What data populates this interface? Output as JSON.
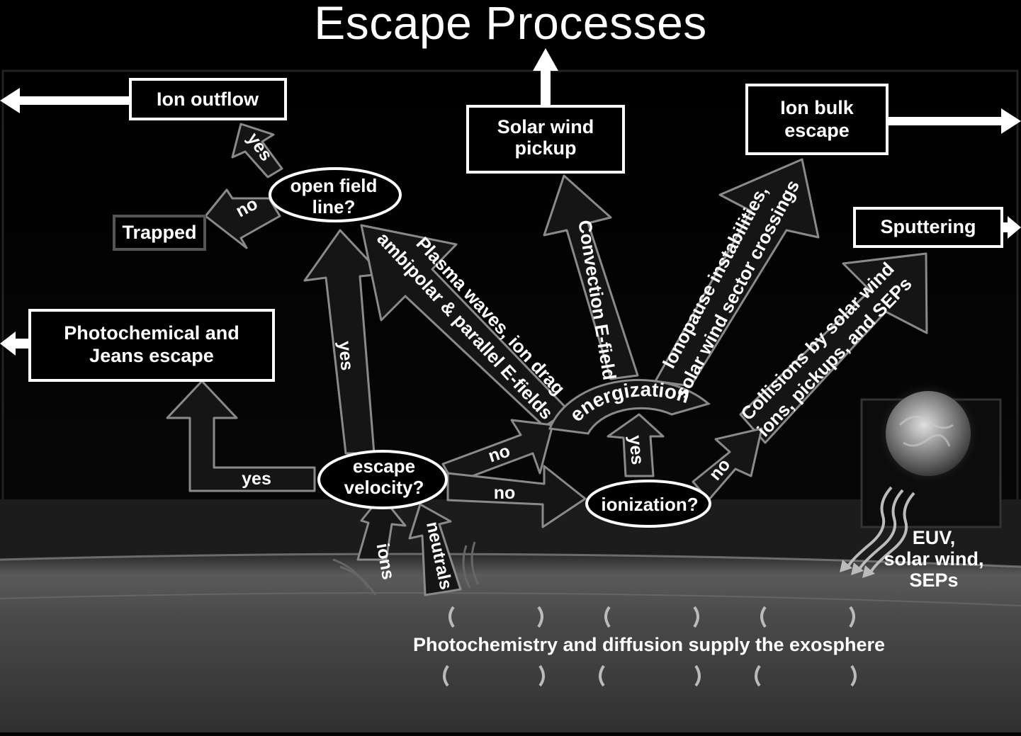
{
  "title": "Escape Processes",
  "boxes": {
    "ion_outflow": "Ion outflow",
    "solar_wind_pickup": [
      "Solar wind",
      "pickup"
    ],
    "ion_bulk_escape": [
      "Ion bulk",
      "escape"
    ],
    "sputtering": "Sputtering",
    "trapped": "Trapped",
    "photochemical": [
      "Photochemical and",
      "Jeans escape"
    ]
  },
  "decisions": {
    "open_field_line": [
      "open field",
      "line?"
    ],
    "escape_velocity": [
      "escape",
      "velocity?"
    ],
    "ionization": "ionization?",
    "energization": "energization"
  },
  "arrow_labels": {
    "yes_outflow": "yes",
    "no_trapped": "no",
    "yes_open": "yes",
    "yes_photo": "yes",
    "no_energ": "no",
    "no_ioniz": "no",
    "yes_ioniz": "yes",
    "no_collisions": "no",
    "ions": "ions",
    "neutrals": "neutrals"
  },
  "process_arrows": {
    "plasma_waves": [
      "Plasma waves, ion drag",
      "ambipolar & parallel E-fields"
    ],
    "convection": "Convection E-field",
    "ionopause": [
      "Ionopause instabilities,",
      "solar wind sector crossings"
    ],
    "collisions": [
      "Collisions by solar wind",
      "ions, pickups, and SEPs"
    ]
  },
  "sun_label": [
    "EUV,",
    "solar wind,",
    "SEPs"
  ],
  "footer": "Photochemistry and diffusion supply the exosphere",
  "colors": {
    "background": "#000000",
    "arrow_fill": "#1a1a1a",
    "arrow_stroke": "#8a8a8a",
    "box_border": "#ffffff",
    "text": "#ffffff"
  }
}
